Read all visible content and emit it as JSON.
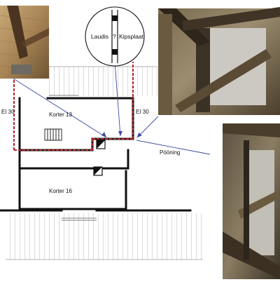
{
  "labels": {
    "fire_left": "EI 30",
    "fire_right": "EI 30",
    "apartment_upper": "Korter 13",
    "apartment_lower": "Korter 16",
    "attic": "Pööning"
  },
  "callout": {
    "left": "Laudis",
    "middle": "?",
    "right": "Kipsplaat"
  },
  "colors": {
    "fire_line": "#b2232a",
    "wall": "#111111",
    "leader": "#3b4aa0"
  }
}
